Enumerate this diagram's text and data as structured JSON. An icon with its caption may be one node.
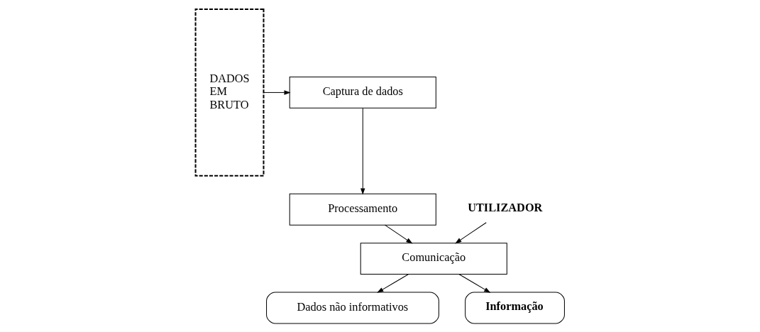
{
  "diagram": {
    "nodes": [
      {
        "text": [
          "DADOS EM BRUTO"
        ]
      },
      {
        "text": [
          "Captura de dados"
        ]
      },
      {
        "text": [
          "Processamento"
        ]
      },
      {
        "text": [
          "UTILIZADOR"
        ]
      },
      {
        "text": [
          "Comunicação"
        ]
      },
      {
        "text": [
          "Dados não informativos"
        ]
      },
      {
        "text": [
          "Informação"
        ]
      }
    ],
    "edges": [
      {
        "from": 0,
        "to": 1,
        "arrow": "to"
      },
      {
        "from": 1,
        "to": 2,
        "arrow": "to"
      },
      {
        "from": 2,
        "to": 4,
        "arrow": "to"
      },
      {
        "from": 3,
        "to": 4,
        "arrow": "to"
      },
      {
        "from": 4,
        "to": 5,
        "arrow": "to"
      },
      {
        "from": 4,
        "to": 6,
        "arrow": "to"
      }
    ]
  }
}
